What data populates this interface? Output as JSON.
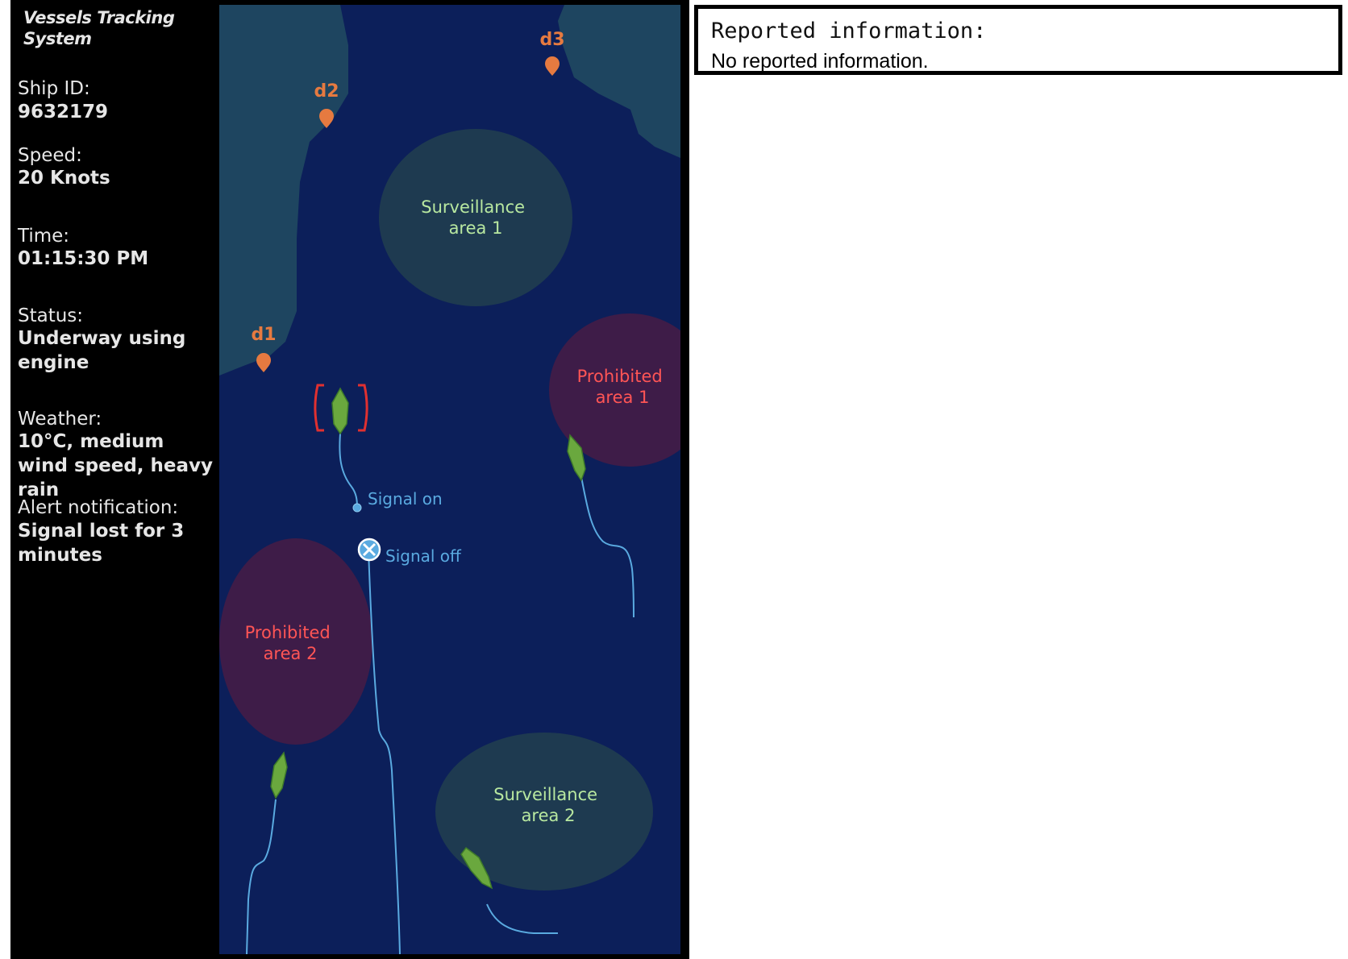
{
  "sidebar": {
    "title": "Vessels Tracking System",
    "fields": [
      {
        "label": "Ship ID:",
        "value": "9632179"
      },
      {
        "label": "Speed:",
        "value": "20 Knots"
      },
      {
        "label": "Time:",
        "value": "01:15:30 PM"
      },
      {
        "label": "Status:",
        "value": "Underway using engine"
      },
      {
        "label": "Weather:",
        "value": "10°C, medium wind speed, heavy rain"
      },
      {
        "label": "Alert notification:",
        "value": "Signal lost for 3 minutes"
      }
    ]
  },
  "map": {
    "docks": [
      {
        "label": "d1",
        "icon": "location-pin-icon"
      },
      {
        "label": "d2",
        "icon": "location-pin-icon"
      },
      {
        "label": "d3",
        "icon": "location-pin-icon"
      }
    ],
    "zones": {
      "surveillance_1": [
        "Surveillance",
        "area 1"
      ],
      "surveillance_2": [
        "Surveillance",
        "area 2"
      ],
      "prohibited_1": [
        "Prohibited",
        "area 1"
      ],
      "prohibited_2": [
        "Prohibited",
        "area 2"
      ]
    },
    "signal_on_label": "Signal on",
    "signal_off_label": "Signal off",
    "colors": {
      "water": "#0c1f5a",
      "land": "#1e4560",
      "surveillance": "#1e3a50",
      "prohibited": "#3e1c48",
      "surveillance_text": "#b8e8a0",
      "prohibited_text": "#ff5555",
      "dock": "#e67a40",
      "ship": "#6aa83e",
      "track": "#5aaae0",
      "selection": "#e03030"
    }
  },
  "report": {
    "title": "Reported information:",
    "text": "No reported information."
  }
}
